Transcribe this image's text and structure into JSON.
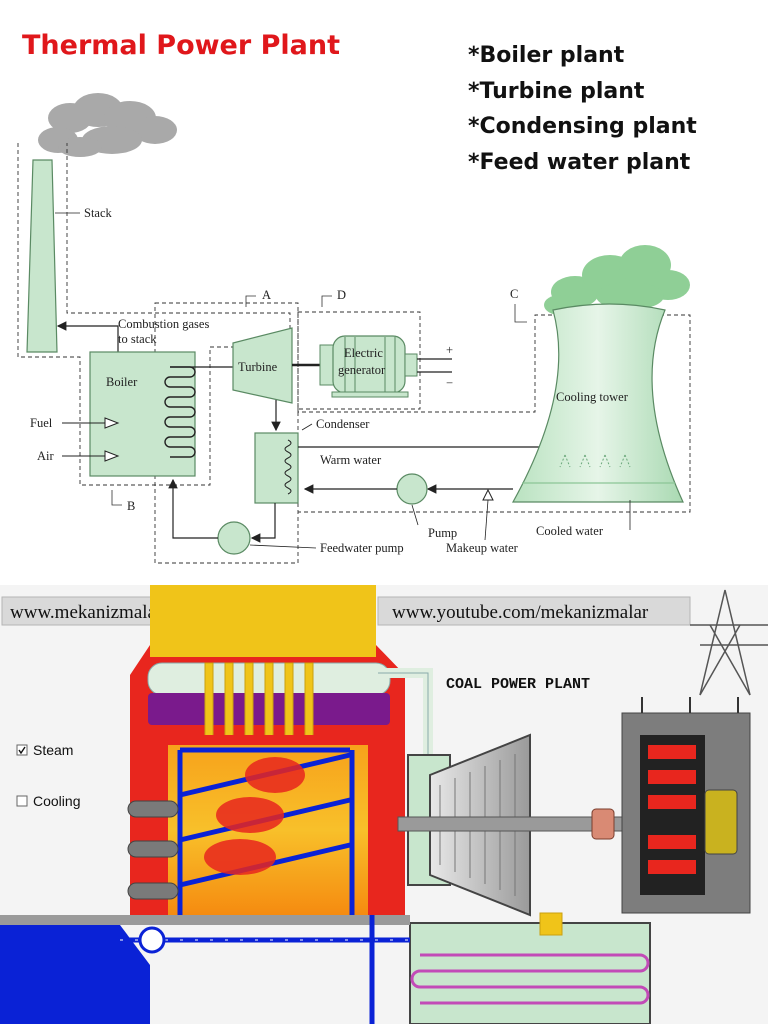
{
  "slide": {
    "title": "Thermal Power Plant",
    "bullets": [
      "*Boiler plant",
      "*Turbine plant",
      "*Condensing plant",
      "*Feed water plant"
    ]
  },
  "diagram": {
    "labels": {
      "stack": "Stack",
      "combustion1": "Combustion gases",
      "combustion2": "to stack",
      "boiler": "Boiler",
      "fuel": "Fuel",
      "air": "Air",
      "turbine": "Turbine",
      "generator1": "Electric",
      "generator2": "generator",
      "plus": "+",
      "minus": "−",
      "condenser": "Condenser",
      "warm_water": "Warm water",
      "cooling_tower": "Cooling tower",
      "pump": "Pump",
      "feedwater_pump": "Feedwater pump",
      "makeup_water": "Makeup water",
      "cooled_water": "Cooled water",
      "region_a": "A",
      "region_b": "B",
      "region_c": "C",
      "region_d": "D"
    }
  },
  "animation": {
    "url_left": "www.mekanizmalar.com",
    "url_right": "www.youtube.com/mekanizmalar",
    "caption": "COAL POWER PLANT",
    "checkbox_steam": {
      "label": "Steam",
      "checked": true
    },
    "checkbox_cooling": {
      "label": "Cooling",
      "checked": false
    }
  },
  "colors": {
    "title": "#e0171b",
    "component_fill": "#c8e6cd",
    "component_stroke": "#5a8a63",
    "smoke": "#a9a9a9",
    "steam_cloud": "#8fcf96",
    "boiler_red": "#e8261e",
    "furnace_orange": "#f7a21b",
    "water_blue": "#0a22d6",
    "purple": "#7a1a8c"
  }
}
